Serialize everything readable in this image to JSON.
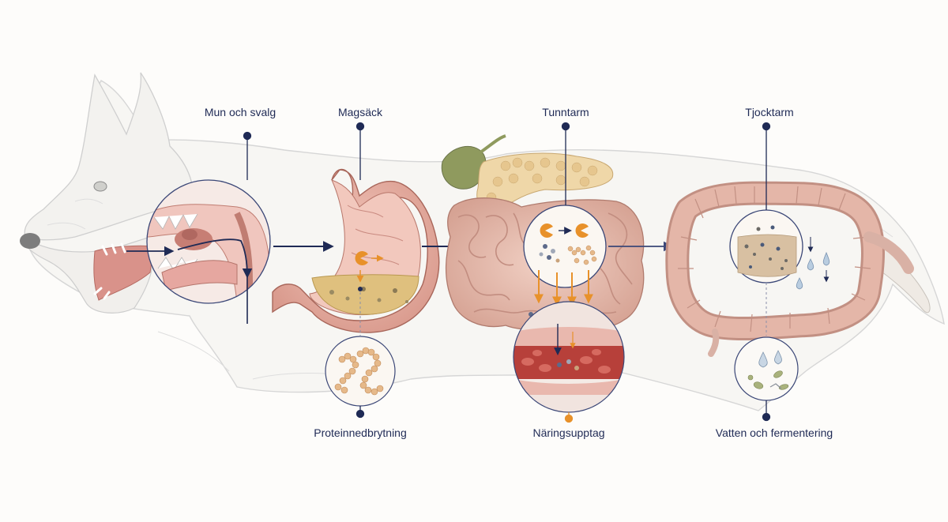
{
  "stages": [
    {
      "key": "mouth",
      "label": "Mun och svalg"
    },
    {
      "key": "stomach",
      "label": "Magsäck"
    },
    {
      "key": "small_intestine",
      "label": "Tunntarm"
    },
    {
      "key": "large_intestine",
      "label": "Tjocktarm"
    }
  ],
  "process_labels": [
    {
      "key": "protein",
      "label": "Proteinnedbrytning"
    },
    {
      "key": "absorption",
      "label": "Näringsupptag"
    },
    {
      "key": "water",
      "label": "Vatten och fermentering"
    }
  ],
  "colors": {
    "line": "#1f2a55",
    "accent_orange": "#e8912a",
    "tissue_pink": "#e2b3a8",
    "tissue_dark": "#c98a80",
    "dog_outline": "#c9c9c9",
    "bile_green": "#8f9a5e",
    "pancreas": "#efd7a8",
    "blood_red": "#b7403a",
    "chyme": "#d9b876"
  }
}
